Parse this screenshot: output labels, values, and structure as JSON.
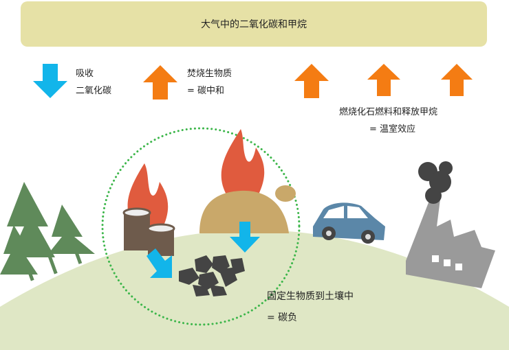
{
  "banner": {
    "title": "大气中的二氧化碳和甲烷"
  },
  "legend": {
    "absorb": {
      "line1": "吸收",
      "line2": "二氧化碳"
    },
    "biomass": {
      "line1": "焚烧生物质",
      "line2": "= 碳中和"
    },
    "fossil": {
      "line1": "燃烧化石燃料和释放甲烷",
      "line2": "= 温室效应"
    }
  },
  "sequester": {
    "line1": "固定生物质到土壤中",
    "line2": "= 碳负"
  },
  "colors": {
    "banner": "#e6e1a6",
    "down_arrow": "#12b5ea",
    "up_arrow": "#f47c13",
    "ground": "#dfe7c5",
    "cycle": "#3cb64a",
    "flame": "#e05b3e",
    "tree": "#5f8a5a",
    "car": "#5b87a8",
    "factory": "#9a9a9a",
    "charcoal": "#444444",
    "biomass_pile": "#c9a86a"
  }
}
